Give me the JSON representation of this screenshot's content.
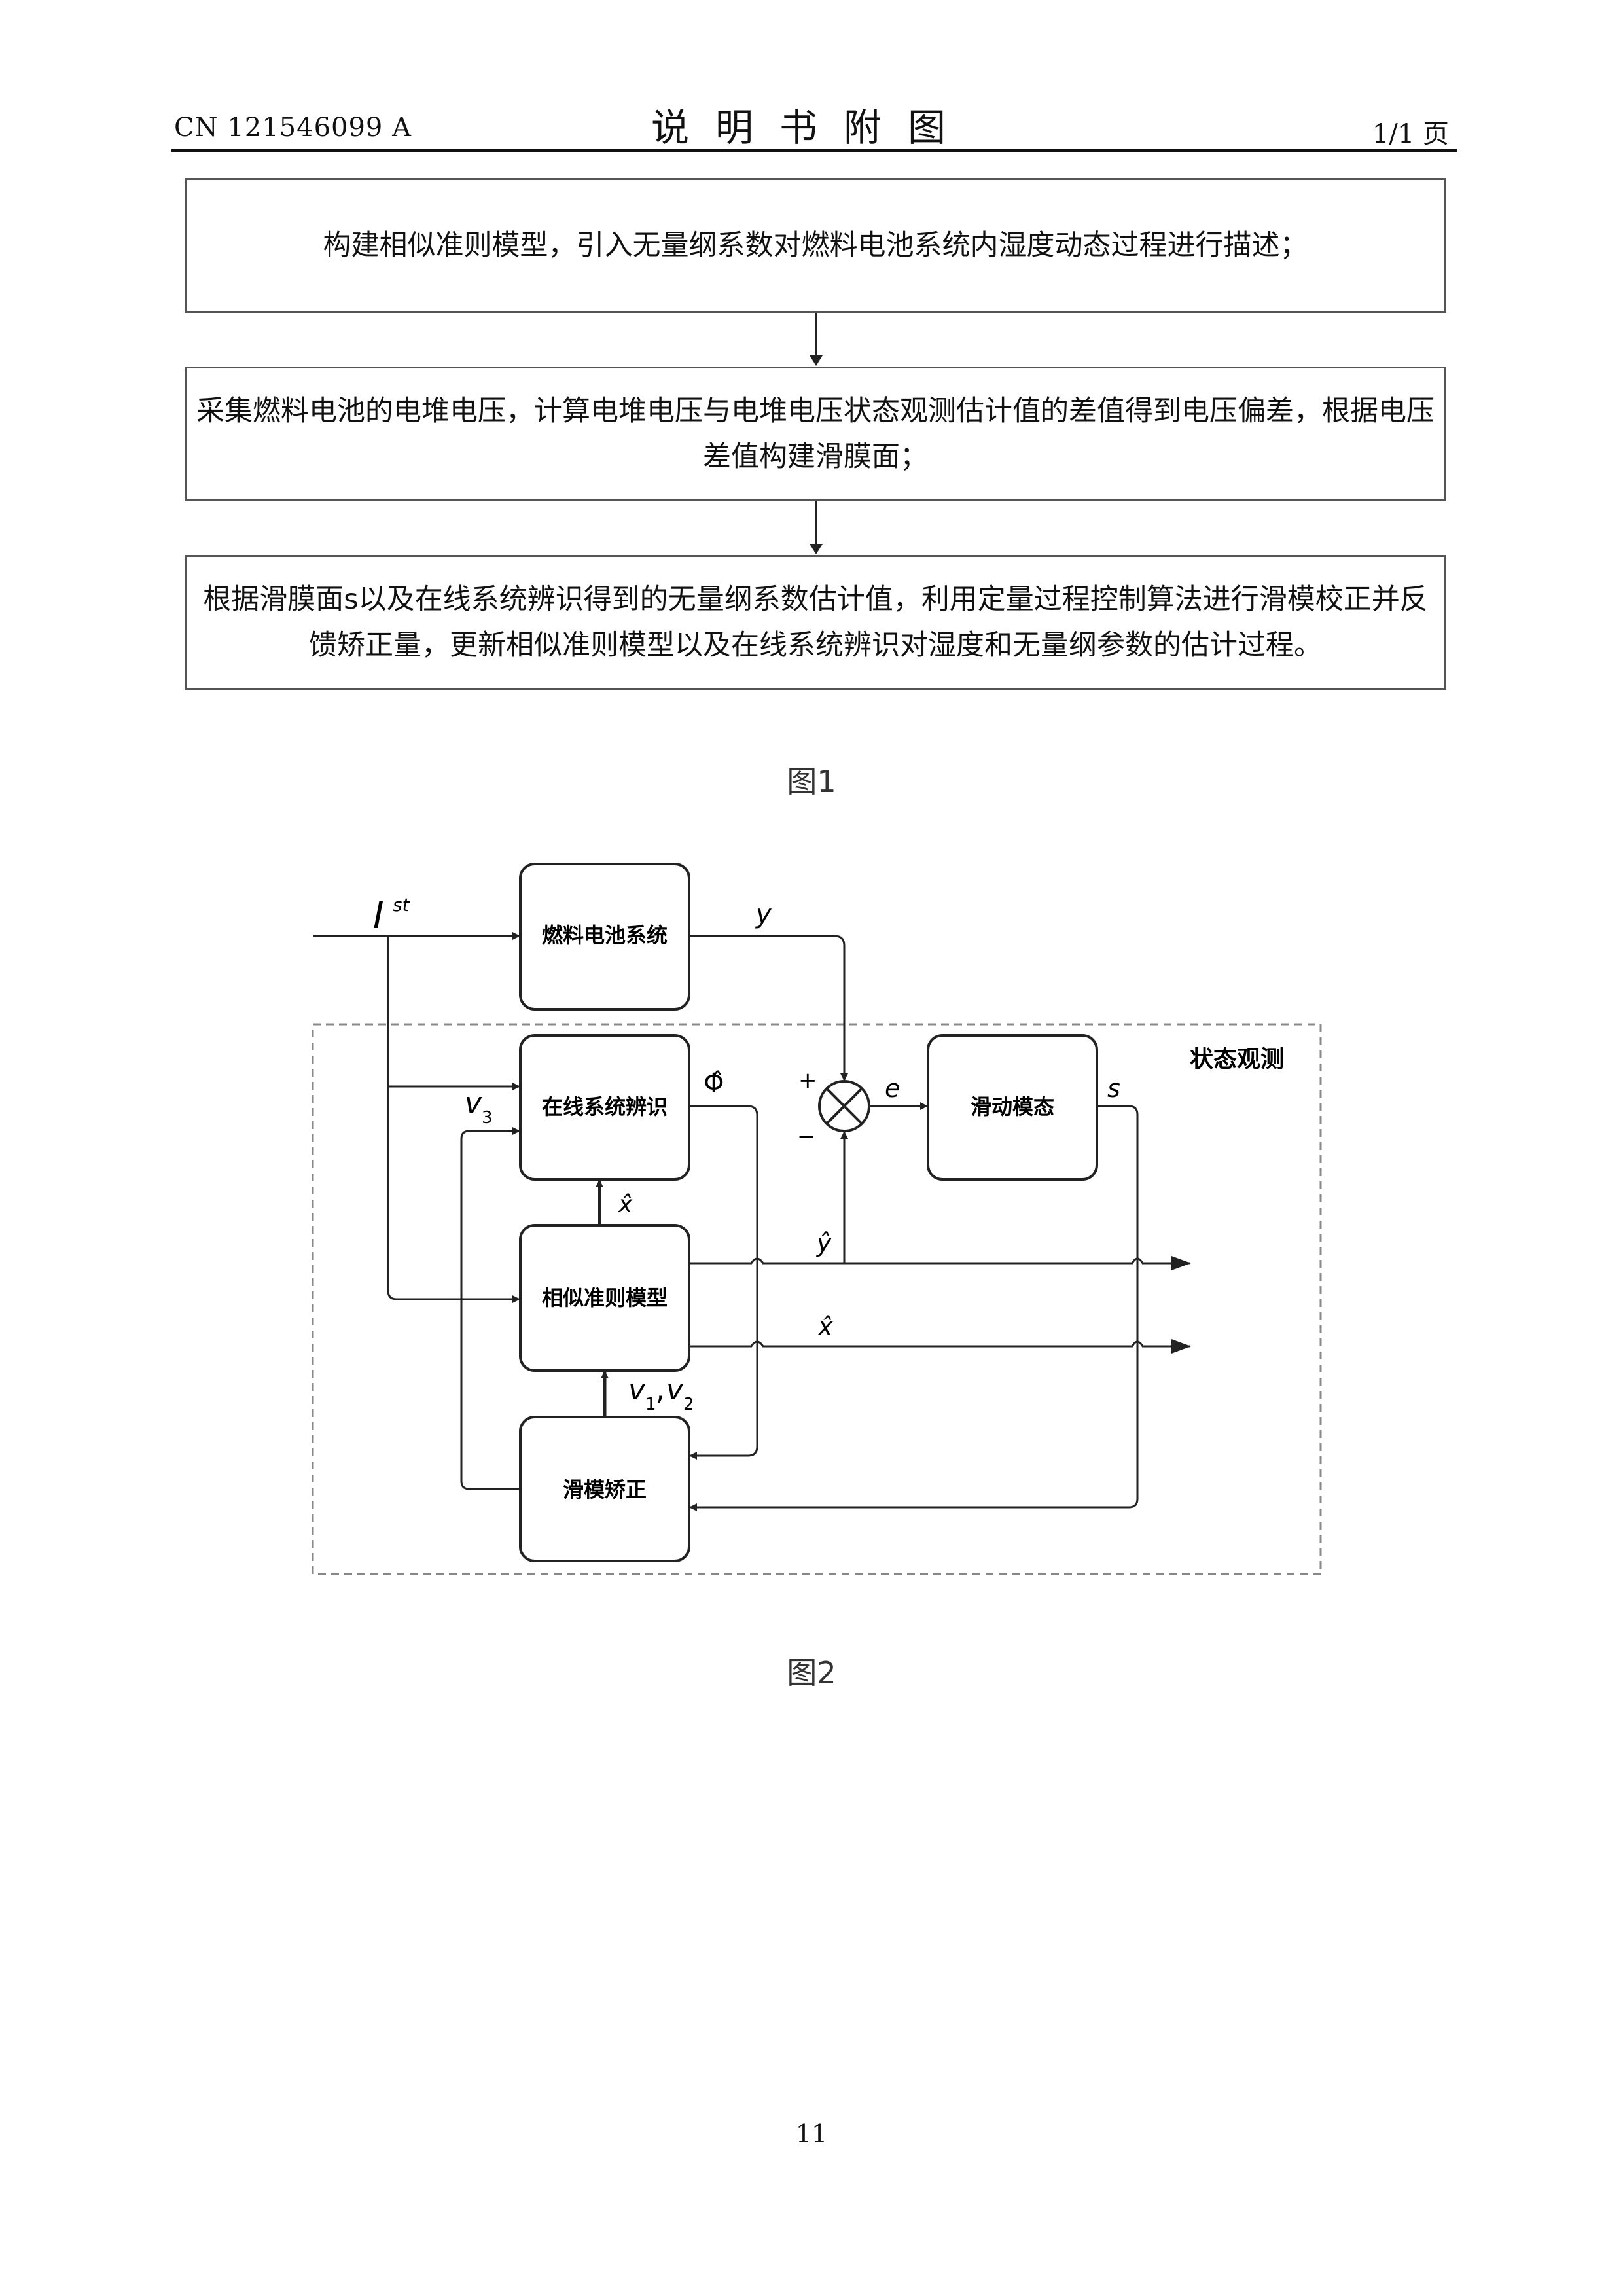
{
  "header": {
    "doc_number": "CN 121546099 A",
    "title": "说明书附图",
    "page_indicator": "1/1 页"
  },
  "figure1": {
    "steps": [
      "构建相似准则模型，引入无量纲系数对燃料电池系统内湿度动态过程进行描述；",
      "采集燃料电池的电堆电压，计算电堆电压与电堆电压状态观测估计值的差值得到电压偏差，根据电压差值构建滑膜面；",
      "根据滑膜面s以及在线系统辨识得到的无量纲系数估计值，利用定量过程控制算法进行滑模校正并反馈矫正量，更新相似准则模型以及在线系统辨识对湿度和无量纲参数的估计过程。"
    ],
    "caption": "图1"
  },
  "figure2": {
    "blocks": {
      "fuel_cell": "燃料电池系统",
      "online_id": "在线系统辨识",
      "similarity_model": "相似准则模型",
      "sliding_correction": "滑模矫正",
      "sliding_mode": "滑动模态"
    },
    "region_label": "状态观测",
    "signals": {
      "input_I": "I",
      "input_sup": "st",
      "y": "y",
      "e": "e",
      "s": "s",
      "phi_hat": "Φ̂",
      "x_hat_up": "x̂",
      "y_hat": "ŷ",
      "x_hat_out": "x̂",
      "v3": "v",
      "v3_sub": "3",
      "v12_a": "v",
      "v12_a_sub": "1",
      "v12_comma": ",",
      "v12_b": "v",
      "v12_b_sub": "2",
      "plus": "+",
      "minus": "−"
    },
    "caption": "图2"
  },
  "footer": {
    "page_number": "11"
  }
}
